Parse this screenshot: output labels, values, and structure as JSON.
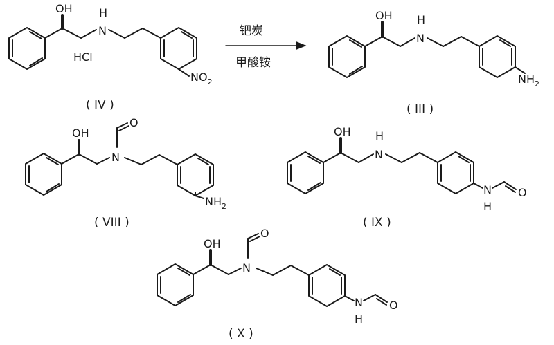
{
  "reaction": {
    "reagent_top": "钯炭",
    "reagent_bottom": "甲酸铵"
  },
  "compounds": {
    "IV": {
      "label": "( IV )",
      "oh": "OH",
      "nh_h": "H",
      "nh_n": "N",
      "salt": "HCl",
      "no2_main": "NO",
      "no2_sub": "2"
    },
    "III": {
      "label": "( III )",
      "oh": "OH",
      "nh_h": "H",
      "nh_n": "N",
      "nh2_main": "NH",
      "nh2_sub": "2"
    },
    "VIII": {
      "label": "( VIII )",
      "oh": "OH",
      "n": "N",
      "cho_o": "O",
      "nh2_main": "NH",
      "nh2_sub": "2"
    },
    "IX": {
      "label": "( IX )",
      "oh": "OH",
      "nh_h": "H",
      "nh_n": "N",
      "amide_n": "N",
      "amide_h": "H",
      "amide_o": "O"
    },
    "X": {
      "label": "( X )",
      "oh": "OH",
      "n": "N",
      "cho_o": "O",
      "amide_n": "N",
      "amide_h": "H",
      "amide_o": "O"
    }
  }
}
